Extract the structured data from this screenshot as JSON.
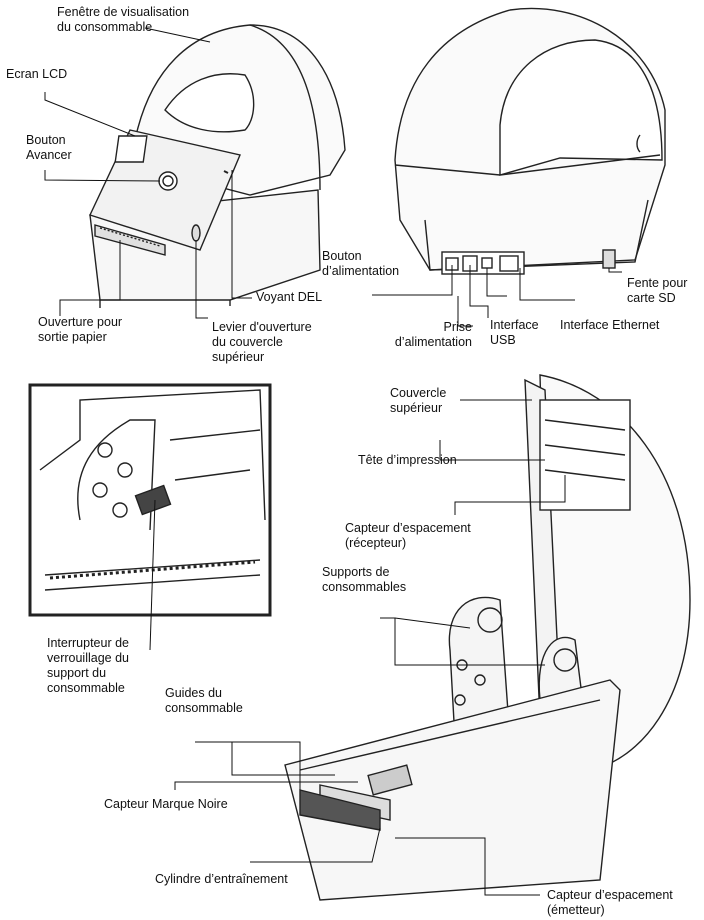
{
  "labels": {
    "fenetre_l1": "Fenêtre de visualisation",
    "fenetre_l2": "du consommable",
    "ecran_lcd": "Ecran LCD",
    "bouton_avancer_l1": "Bouton",
    "bouton_avancer_l2": "Avancer",
    "voyant_del": "Voyant DEL",
    "ouverture_l1": "Ouverture pour",
    "ouverture_l2": "sortie papier",
    "levier_l1": "Levier d'ouverture",
    "levier_l2": "du couvercle",
    "levier_l3": "supérieur",
    "bouton_alim_l1": "Bouton",
    "bouton_alim_l2": "d’alimentation",
    "fente_sd_l1": "Fente pour",
    "fente_sd_l2": "carte SD",
    "prise_l1": "Prise",
    "prise_l2": "d’alimentation",
    "usb_l1": "Interface",
    "usb_l2": "USB",
    "ethernet": "Interface Ethernet",
    "couvercle_l1": "Couvercle",
    "couvercle_l2": "supérieur",
    "tete": "Tête d’impression",
    "capteur_recepteur_l1": "Capteur d’espacement",
    "capteur_recepteur_l2": "(récepteur)",
    "supports_l1": "Supports de",
    "supports_l2": "consommables",
    "interrupteur_l1": "Interrupteur de",
    "interrupteur_l2": "verrouillage du",
    "interrupteur_l3": "support du",
    "interrupteur_l4": "consommable",
    "guides_l1": "Guides du",
    "guides_l2": "consommable",
    "marque_noire": "Capteur Marque Noire",
    "cylindre": "Cylindre d’entraînement",
    "capteur_emetteur_l1": "Capteur d’espacement",
    "capteur_emetteur_l2": "(émetteur)"
  }
}
